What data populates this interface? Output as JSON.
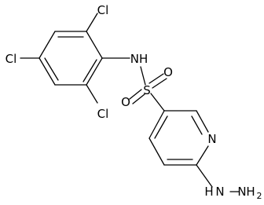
{
  "molecule": {
    "atoms": [
      {
        "id": "cl_top",
        "text": "Cl"
      },
      {
        "id": "cl_left",
        "text": "Cl"
      },
      {
        "id": "cl_bottom",
        "text": "Cl"
      },
      {
        "id": "nh",
        "text": "NH"
      },
      {
        "id": "s",
        "text": "S"
      },
      {
        "id": "o_top",
        "text": "O"
      },
      {
        "id": "o_left",
        "text": "O"
      },
      {
        "id": "n_ring",
        "text": "N"
      },
      {
        "id": "hydrazine_h",
        "text": "H"
      },
      {
        "id": "hydrazine_n1",
        "text": "N"
      },
      {
        "id": "hydrazine_n2",
        "text": "N"
      },
      {
        "id": "hydrazine_h2",
        "text": "H"
      },
      {
        "id": "hydrazine_sub",
        "text": "2"
      }
    ]
  }
}
